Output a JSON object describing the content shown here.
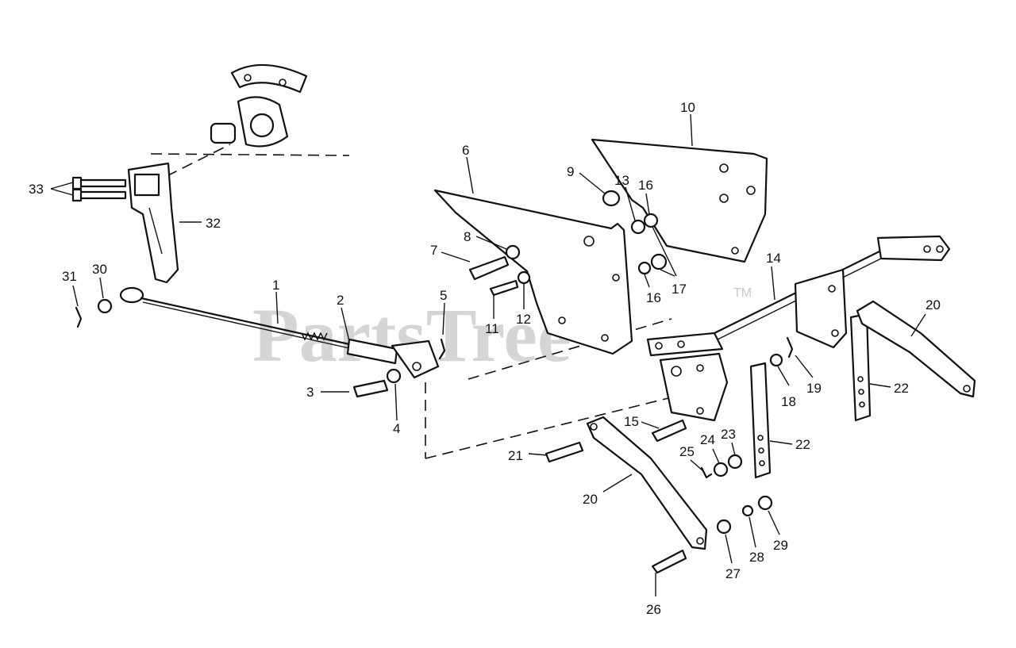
{
  "watermark": {
    "text": "PartsTree",
    "tm": "TM"
  },
  "callouts": {
    "c1": "1",
    "c2": "2",
    "c3": "3",
    "c4": "4",
    "c5": "5",
    "c6": "6",
    "c7": "7",
    "c8": "8",
    "c9": "9",
    "c10": "10",
    "c11": "11",
    "c12": "12",
    "c13": "13",
    "c14": "14",
    "c15": "15",
    "c16a": "16",
    "c16b": "16",
    "c17": "17",
    "c18": "18",
    "c19": "19",
    "c20a": "20",
    "c20b": "20",
    "c21": "21",
    "c22a": "22",
    "c22b": "22",
    "c23": "23",
    "c24": "24",
    "c25": "25",
    "c26": "26",
    "c27": "27",
    "c28": "28",
    "c29": "29",
    "c30": "30",
    "c31": "31",
    "c32": "32",
    "c33": "33"
  }
}
